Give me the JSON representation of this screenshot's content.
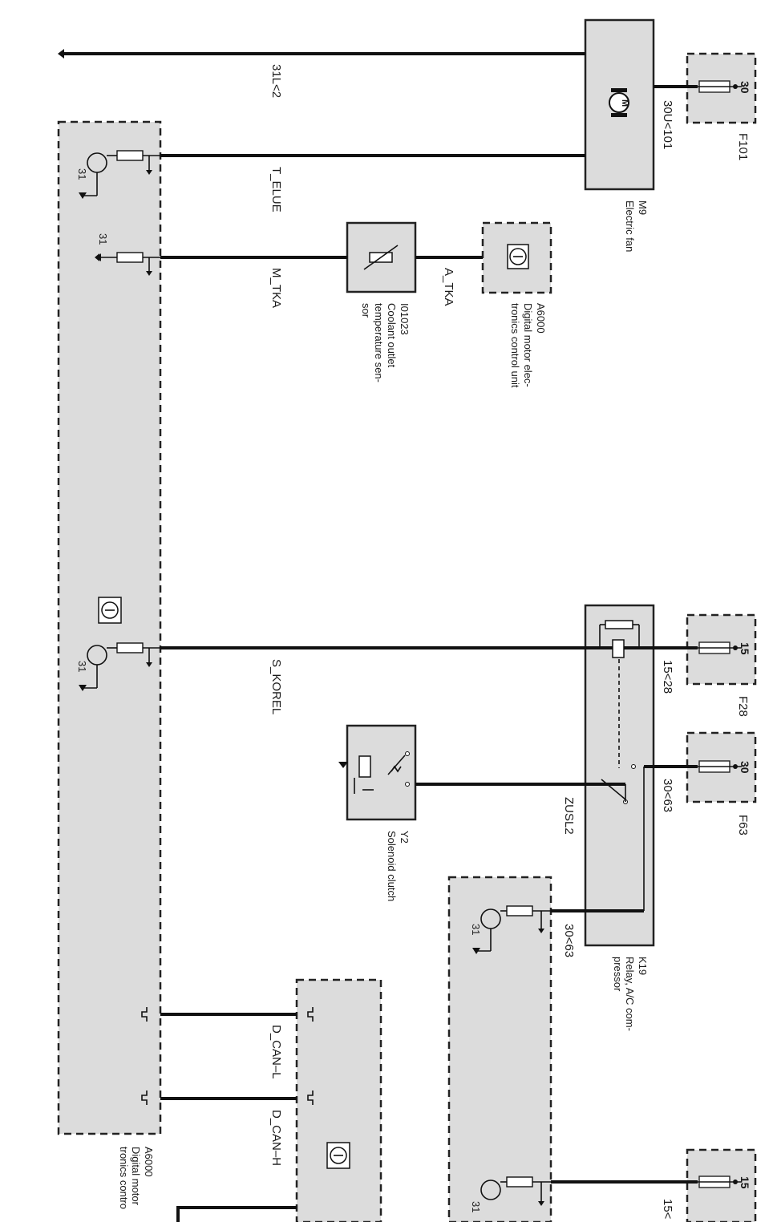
{
  "components": {
    "f101": {
      "ref": "F101",
      "pin": "30"
    },
    "m9": {
      "ref": "M9",
      "desc_lines": [
        "Electric fan"
      ],
      "motor_symbol": "M"
    },
    "f28": {
      "ref": "F28",
      "pin": "15"
    },
    "f63": {
      "ref": "F63",
      "pin": "30"
    },
    "k19": {
      "ref": "K19",
      "desc_lines": [
        "Relay, A/C com-",
        "pressor"
      ]
    },
    "y2": {
      "ref": "Y2",
      "desc_lines": [
        "Solenoid clutch"
      ]
    },
    "i01023": {
      "ref": "I01023",
      "desc_lines": [
        "Coolant outlet",
        "temperature sen-",
        "sor"
      ]
    },
    "a6000_top": {
      "ref": "A6000",
      "desc_lines": [
        "Digital motor elec-",
        "tronics control unit"
      ]
    },
    "a6000_main": {
      "ref": "A6000",
      "desc_lines": [
        "Digital motor",
        "tronics contro"
      ]
    },
    "f_bottom": {
      "pin": "15"
    }
  },
  "wire_labels": {
    "w_31l2": "31L<2",
    "w_30u101": "30U<101",
    "w_t_elue": "T_ELUE",
    "w_m_tka": "M_TKA",
    "w_a_tka": "A_TKA",
    "w_s_korel": "S_KOREL",
    "w_15_28": "15<28",
    "w_30_63": "30<63",
    "w_zusl2": "ZUSL2",
    "w_30_63b": "30<63",
    "w_dcan_l": "D_CAN–L",
    "w_dcan_h": "D_CAN–H",
    "w_15_bottom": "15<"
  },
  "ground_pins": {
    "g1": "31",
    "g2": "31",
    "g3": "31",
    "g4": "31",
    "g5": "31"
  }
}
